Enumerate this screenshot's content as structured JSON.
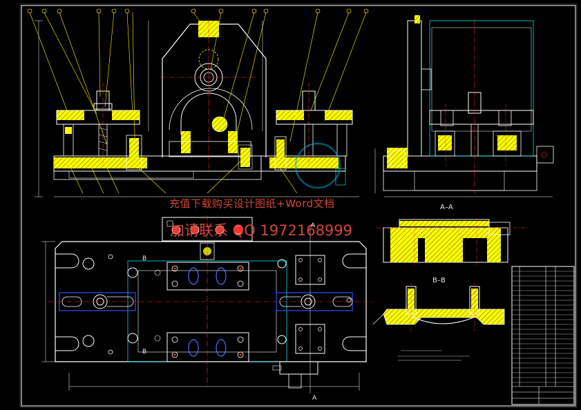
{
  "watermark": {
    "line1": "充值下载购买设计图纸+Word文档",
    "line2": "加请联系 QQ 1972168999"
  },
  "labels": {
    "section_aa": "A–A",
    "section_bb": "B–B",
    "mark_a_top": "A",
    "mark_a_bottom": "A",
    "mark_b_top": "B",
    "mark_b_bottom": "B"
  },
  "colors": {
    "background": "#000000",
    "outline": "#ffffff",
    "section_fill": "#ffff00",
    "leader": "#ffff00",
    "center_line": "#ff3030",
    "hidden_line": "#00ffff",
    "part_blue": "#3050ff",
    "watermark": "#d2463a"
  }
}
